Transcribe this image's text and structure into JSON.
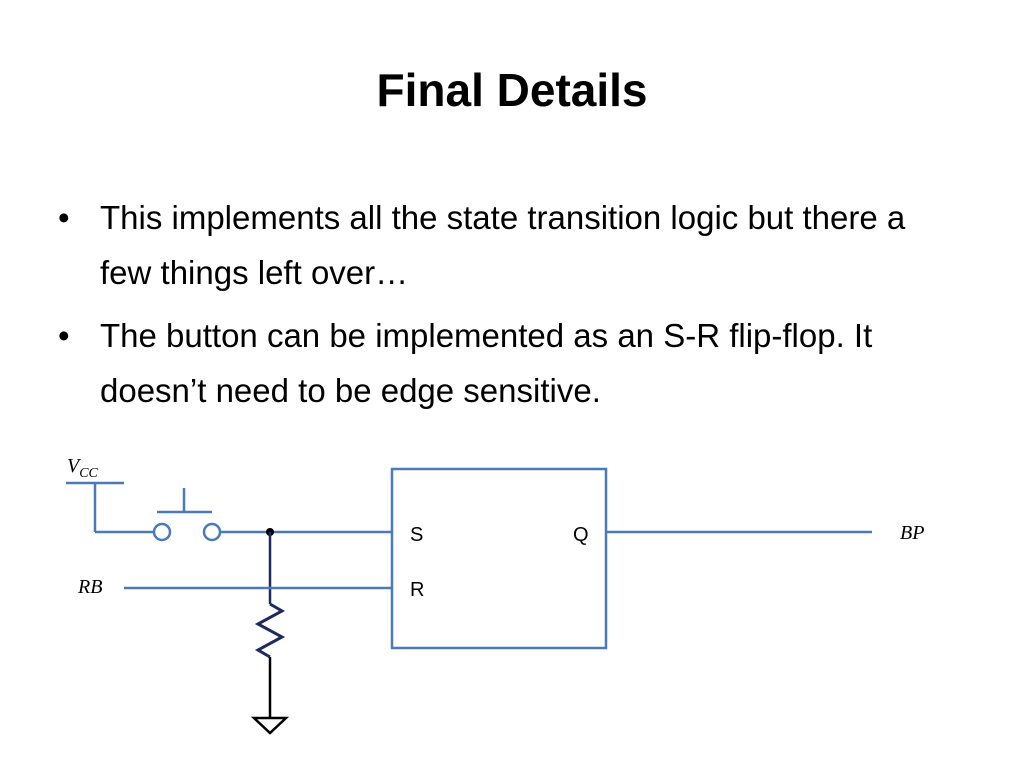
{
  "slide": {
    "title": "Final Details",
    "bullets": [
      {
        "symbol": "•",
        "text": "This implements all the state transition logic but there a few things left over…"
      },
      {
        "symbol": "•",
        "text": "The button can be implemented as an S-R flip-flop.  It doesn’t need to be edge sensitive."
      }
    ]
  },
  "circuit": {
    "supply_label": "V",
    "supply_subscript": "CC",
    "reset_label": "RB",
    "output_label": "BP",
    "flipflop": {
      "set_pin": "S",
      "reset_pin": "R",
      "output_pin": "Q"
    },
    "colors": {
      "wire": "#4a7ab8",
      "resistor": "#1f2a5c",
      "box": "#4a7ab8"
    }
  }
}
